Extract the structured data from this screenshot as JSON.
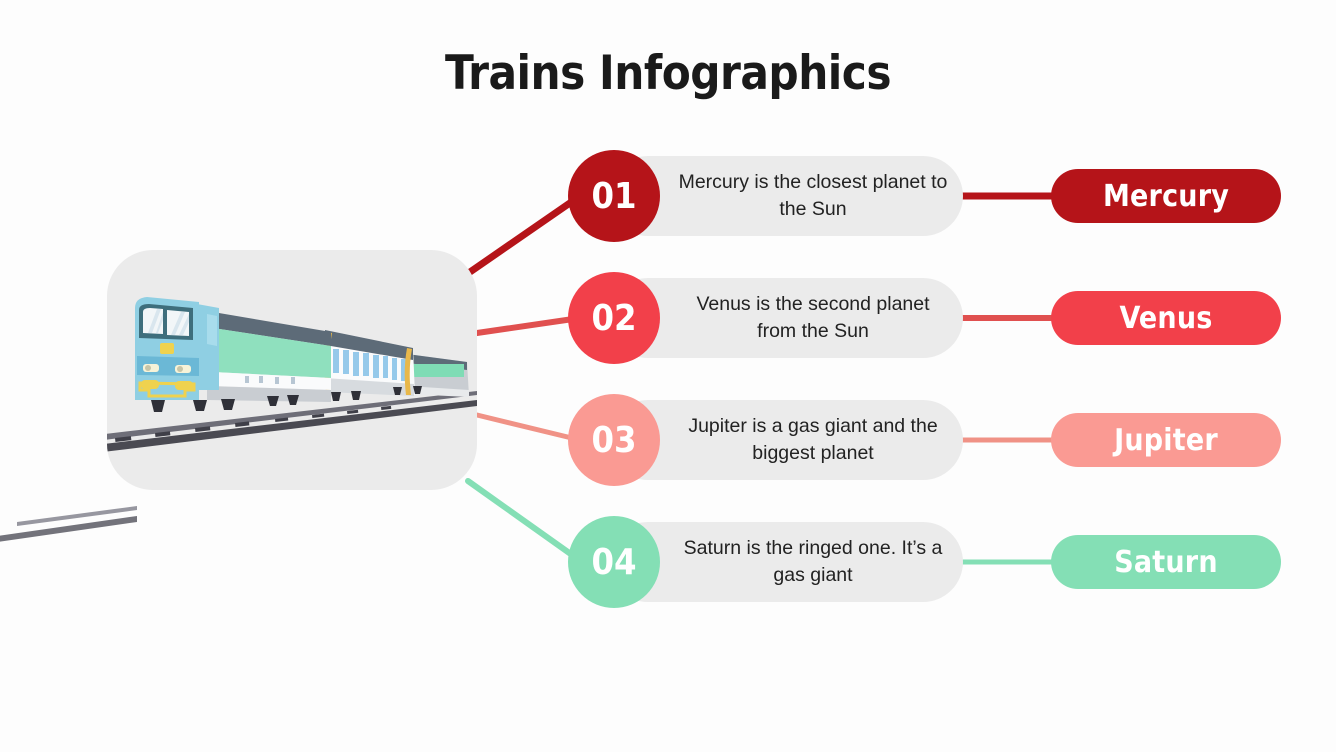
{
  "slide": {
    "title": "Trains Infographics",
    "background_color": "#FDFDFD",
    "panel_color": "#EBEBEB"
  },
  "illustration": {
    "name": "train-illustration",
    "description": "Blue and green passenger train on rails"
  },
  "rows": [
    {
      "number": "01",
      "description": "Mercury is the closest planet to the Sun",
      "label": "Mercury",
      "color": "#B51419"
    },
    {
      "number": "02",
      "description": "Venus is the second planet from the Sun",
      "label": "Venus",
      "color": "#F2404A"
    },
    {
      "number": "03",
      "description": "Jupiter is a gas giant and the biggest planet",
      "label": "Jupiter",
      "color": "#FA9A93"
    },
    {
      "number": "04",
      "description": "Saturn is the ringed one. It’s a gas giant",
      "label": "Saturn",
      "color": "#84DFB5"
    }
  ]
}
